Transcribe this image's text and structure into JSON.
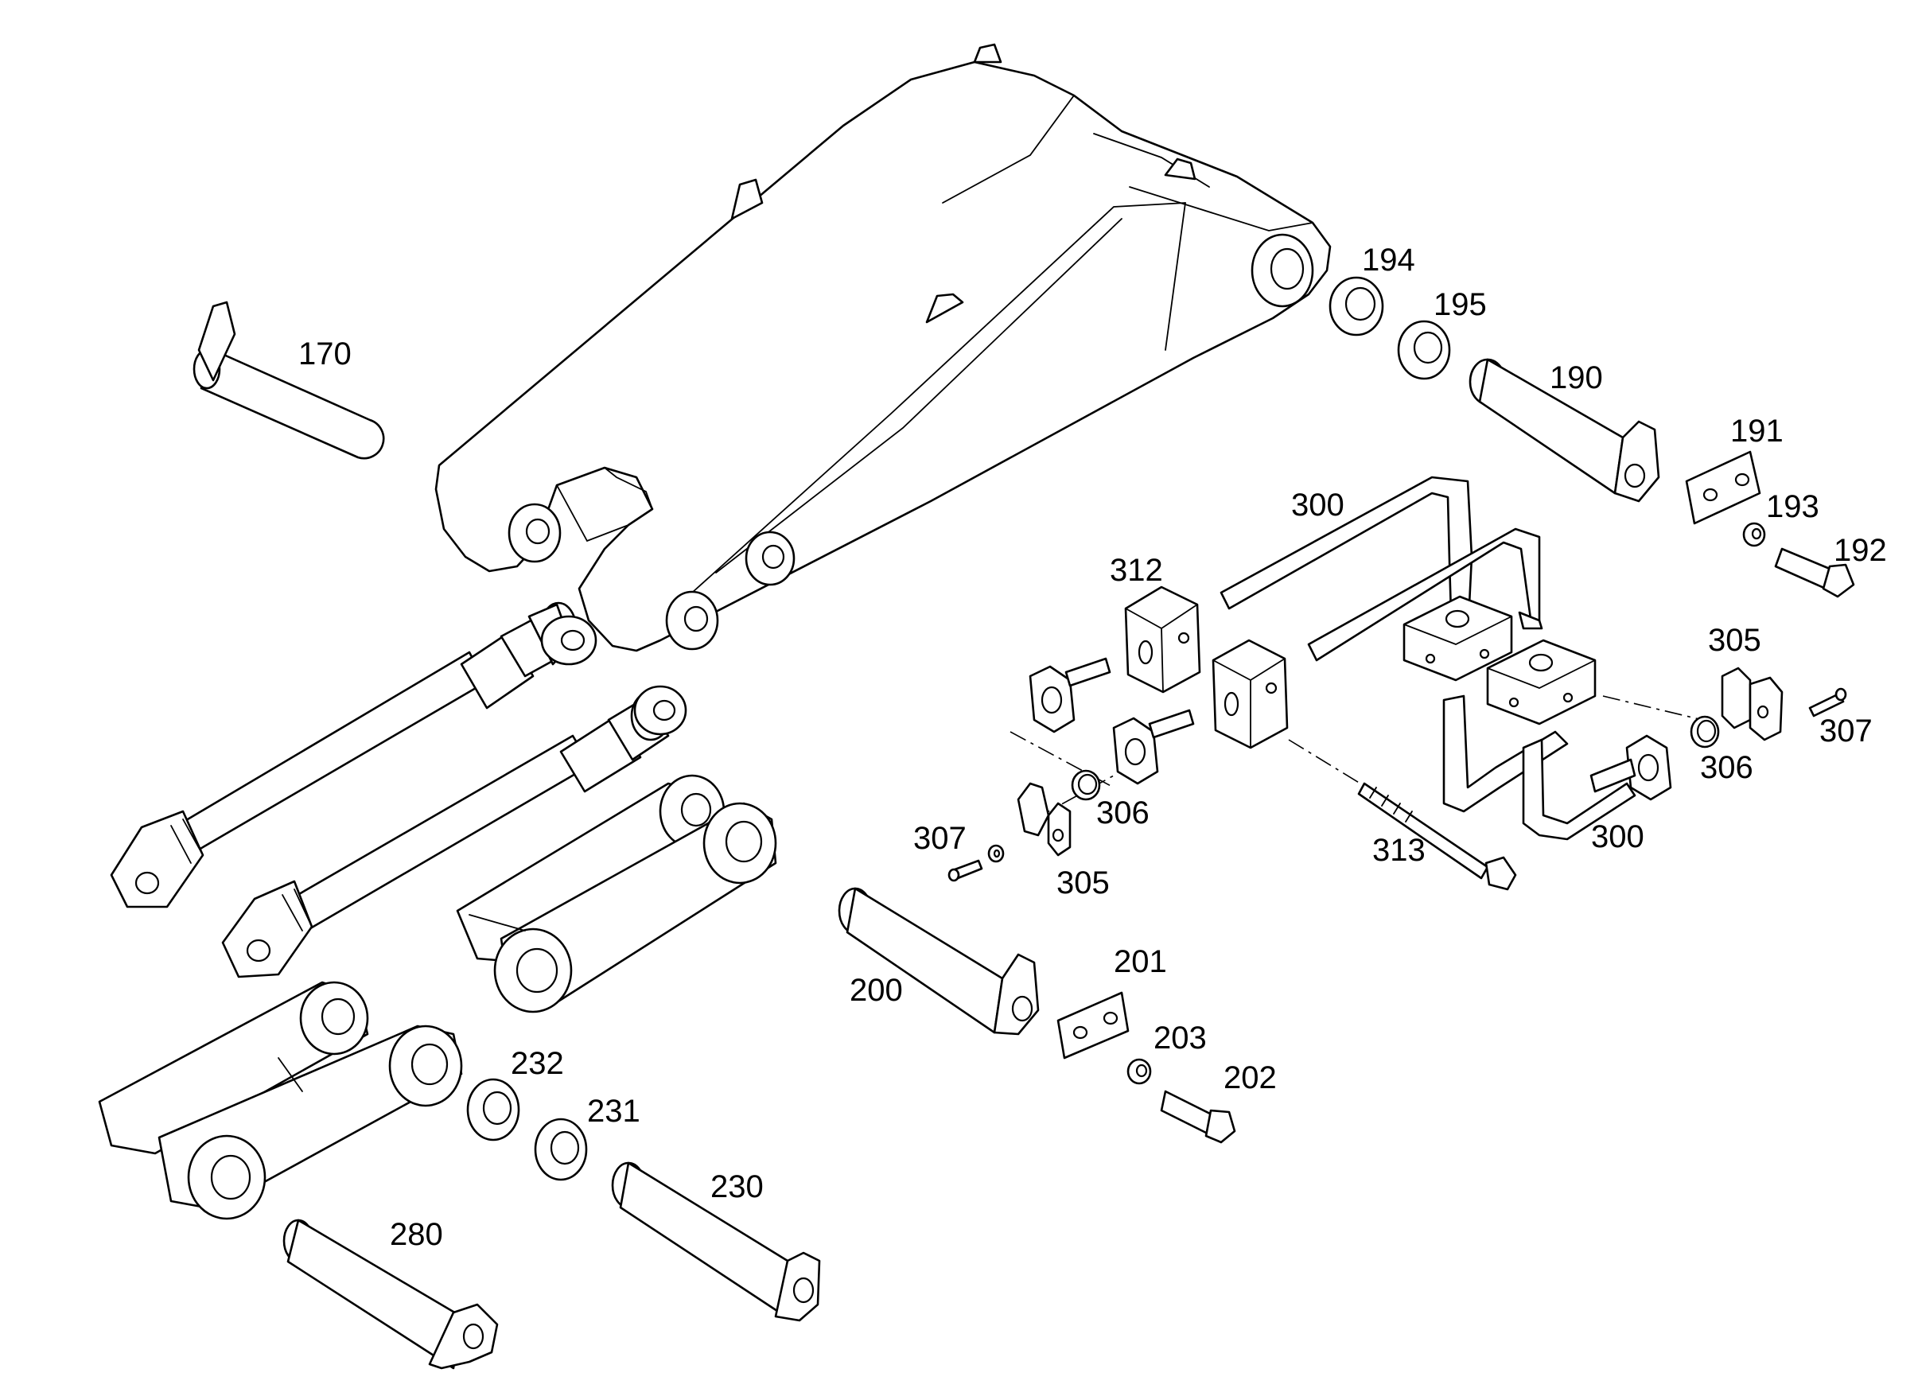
{
  "diagram": {
    "labels": [
      "170",
      "194",
      "195",
      "190",
      "191",
      "193",
      "192",
      "300",
      "312",
      "305",
      "307",
      "306",
      "300",
      "313",
      "306",
      "305",
      "307",
      "201",
      "200",
      "203",
      "202",
      "232",
      "231",
      "230",
      "280"
    ]
  }
}
